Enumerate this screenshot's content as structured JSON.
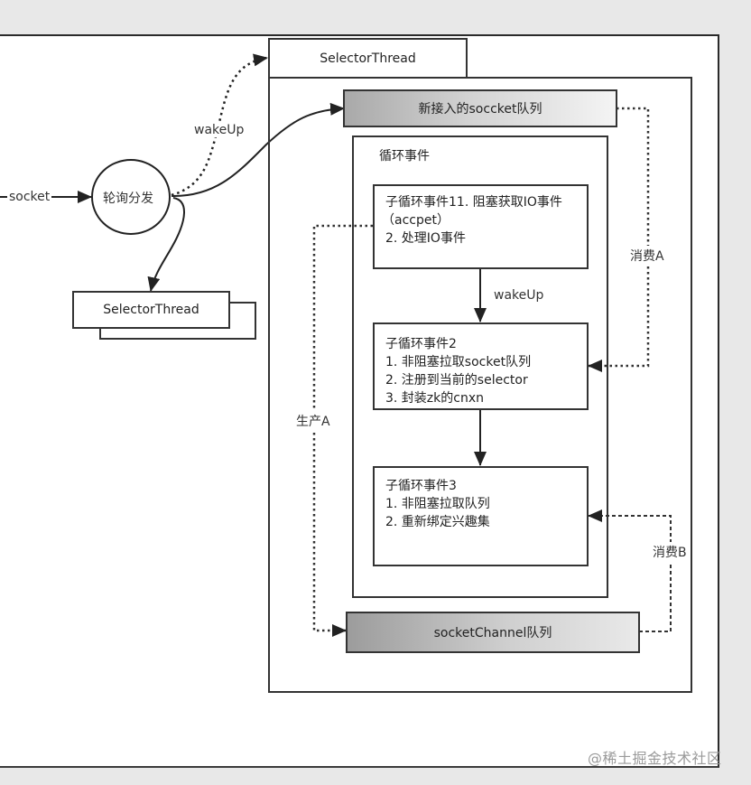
{
  "diagram": {
    "input_label": "socket",
    "dispatcher_label": "轮询分发",
    "wakeup_label_outer": "wakeUp",
    "selector_thread_main_label": "SelectorThread",
    "selector_thread_secondary_label": "SelectorThread",
    "new_socket_queue_label": "新接入的soccket队列",
    "loop_event_title": "循环事件",
    "sub_loop_1": {
      "lines": [
        "子循环事件11. 阻塞获取IO事件",
        "（accpet）",
        "2. 处理IO事件"
      ]
    },
    "wakeup_label_inner": "wakeUp",
    "sub_loop_2": {
      "lines": [
        "子循环事件2",
        "1. 非阻塞拉取socket队列",
        "2. 注册到当前的selector",
        "3. 封装zk的cnxn"
      ]
    },
    "sub_loop_3": {
      "lines": [
        "子循环事件3",
        "1. 非阻塞拉取队列",
        "2. 重新绑定兴趣集"
      ]
    },
    "socket_channel_queue_label": "socketChannel队列",
    "consume_a_label": "消费A",
    "consume_b_label": "消费B",
    "produce_a_label": "生产A",
    "watermark": "@稀土掘金技术社区"
  }
}
